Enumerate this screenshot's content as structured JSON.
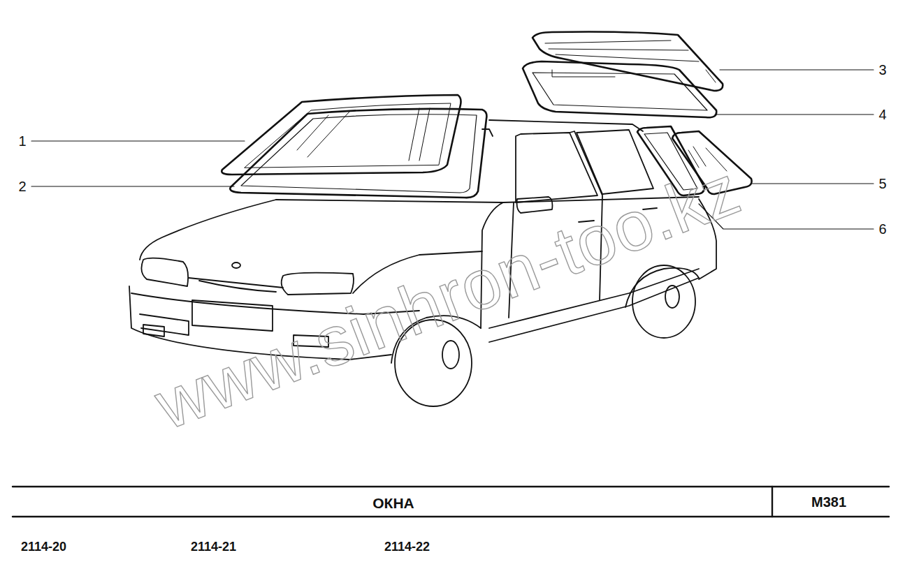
{
  "diagram": {
    "title": "ОКНА",
    "labels": [
      "1",
      "2",
      "3",
      "4",
      "5",
      "6",
      "www.sinhron-too.kz",
      "M381",
      "2114-20",
      "2114-21",
      "2114-22"
    ]
  }
}
